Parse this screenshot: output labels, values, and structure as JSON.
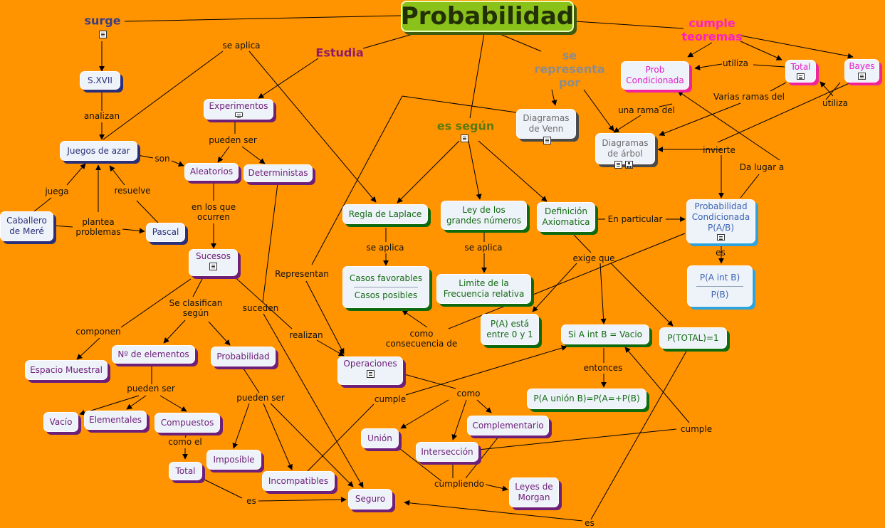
{
  "root": "Probabilidad",
  "nodes": {
    "sxvii": "S.XVII",
    "juegos": "Juegos de azar",
    "caballero": "Caballero de Meré",
    "pascal": "Pascal",
    "experimentos": "Experimentos",
    "aleatorios": "Aleatorios",
    "deterministas": "Deterministas",
    "sucesos": "Sucesos",
    "espacio": "Espacio Muestral",
    "n_elementos": "Nº de elementos",
    "probabilidad2": "Probabilidad",
    "vacio": "Vacío",
    "elementales": "Elementales",
    "compuestos": "Compuestos",
    "total2": "Total",
    "imposible": "Imposible",
    "incompatibles": "Incompatibles",
    "seguro": "Seguro",
    "operaciones": "Operaciones",
    "union": "Unión",
    "interseccion": "Intersección",
    "complementario": "Complementario",
    "leyes": "Leyes de Morgan",
    "laplace": "Regla de Laplace",
    "casos_fav": "Casos favorables",
    "casos_pos": "Casos posibles",
    "ley": "Ley de los grandes números",
    "limite": "Limite de la Frecuencia relativa",
    "definicion": "Definición Axiomatica",
    "pa": "P(A) está entre 0 y 1",
    "si": "Si A int B = Vacio",
    "ptotal": "P(TOTAL)=1",
    "punion": "P(A unión B)=P(A=+P(B)",
    "venn": "Diagramas de Venn",
    "arbol": "Diagramas de árbol",
    "prob_cond": "Prob Condicionada",
    "total": "Total",
    "bayes": "Bayes",
    "pcond": "Probabilidad Condicionada P(A/B)",
    "pab_num": "P(A int B)",
    "pab_den": "P(B)"
  },
  "labels": {
    "surge": "surge",
    "se_aplica1": "se aplica",
    "estudia": "Estudia",
    "es_segun": "es según",
    "se_representa": "se representa por",
    "cumple_teoremas": "cumple teoremas",
    "utiliza1": "utiliza",
    "utiliza2": "utiliza",
    "varias": "Varias ramas del",
    "una_rama": "una rama del",
    "invierte": "invierte",
    "da_lugar": "Da lugar a",
    "analizan": "analizan",
    "son": "son",
    "pueden_ser1": "pueden ser",
    "juega": "juega",
    "resuelve": "resuelve",
    "plantea": "plantea problemas",
    "en_los_que": "en los que ocurren",
    "se_clasifican": "Se clasifican según",
    "componen": "componen",
    "representan": "Representan",
    "suceden": "suceden",
    "realizan": "realizan",
    "pueden_ser2": "pueden ser",
    "pueden_ser3": "pueden ser",
    "como_el": "como el",
    "es1": "es",
    "cumple1": "cumple",
    "como": "como",
    "cumpliendo": "cumpliendo",
    "se_aplica2": "se aplica",
    "se_aplica3": "se aplica",
    "como_consecuencia": "como consecuencia de",
    "en_particular": "En particular",
    "exige_que": "exige que",
    "entonces": "entonces",
    "cumple2": "cumple",
    "es2": "es",
    "es3": "es"
  }
}
